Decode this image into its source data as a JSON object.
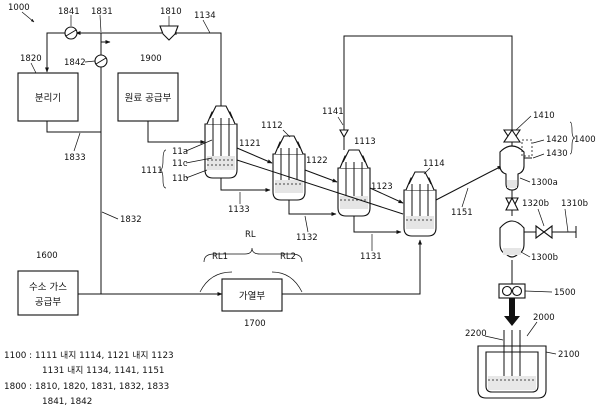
{
  "figure": {
    "system_number": "1000",
    "boxes": {
      "separator": "분리기",
      "feed_supply": "원료 공급부",
      "hydrogen_supply_line1": "수소 가스",
      "hydrogen_supply_line2": "공급부",
      "heater": "가열부"
    },
    "labels": {
      "l1841": "1841",
      "l1831": "1831",
      "l1810": "1810",
      "l1134": "1134",
      "l1820": "1820",
      "l1842": "1842",
      "l1900": "1900",
      "l1141": "1141",
      "l1112": "1112",
      "l1113": "1113",
      "l1114": "1114",
      "l1121": "1121",
      "l1122": "1122",
      "l1123": "1123",
      "l11a": "11a",
      "l1111": "1111",
      "l11c": "11c",
      "l11b": "11b",
      "l1833": "1833",
      "l1133": "1133",
      "l1132": "1132",
      "l1131": "1131",
      "l1151": "1151",
      "l1832": "1832",
      "l1410": "1410",
      "l1420": "1420",
      "l1430": "1430",
      "l1400": "1400",
      "l1300a": "1300a",
      "l1320b": "1320b",
      "l1310b": "1310b",
      "l1300b": "1300b",
      "l1500": "1500",
      "l2000": "2000",
      "l2200": "2200",
      "l2100": "2100",
      "l1600": "1600",
      "l1700": "1700",
      "lRL": "RL",
      "lRL1": "RL1",
      "lRL2": "RL2"
    },
    "legend": [
      "1100 : 1111 내지 1114, 1121 내지 1123",
      "1131 내지 1134, 1141, 1151",
      "1800 : 1810, 1820, 1831, 1832, 1833",
      "1841, 1842"
    ]
  }
}
